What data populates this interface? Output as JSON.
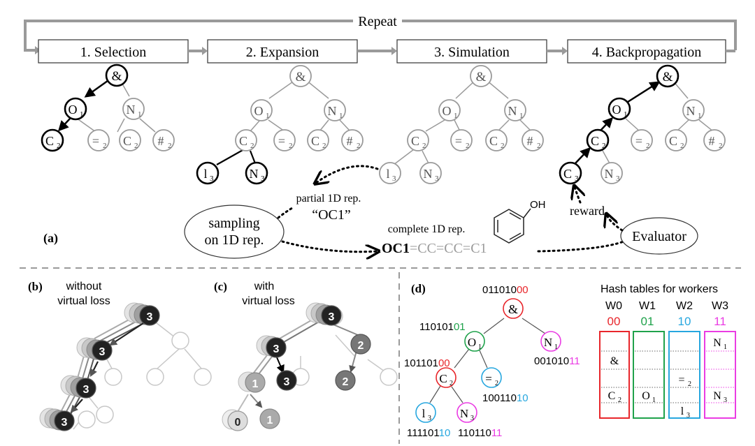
{
  "top": {
    "repeat_label": "Repeat",
    "steps": [
      "1. Selection",
      "2. Expansion",
      "3. Simulation",
      "4. Backpropagation"
    ]
  },
  "node_labels": {
    "and": "&",
    "o": "O",
    "n": "N",
    "c": "C",
    "eq": "=",
    "hash": "#",
    "l": "l",
    "sub1": "1",
    "sub2": "2",
    "sub3": "3"
  },
  "panel_a": {
    "label": "(a)",
    "partial_caption": "partial 1D rep.",
    "partial_value": "“OC1”",
    "sampling_line1": "sampling",
    "sampling_line2": "on 1D rep.",
    "complete_caption": "complete 1D rep.",
    "smiles_bold": "OC1",
    "smiles_rest": "=CC=CC=C1",
    "oh_label": "OH",
    "reward_label": "reward",
    "evaluator_label": "Evaluator"
  },
  "panel_b": {
    "label": "(b)",
    "title_line1": "without",
    "title_line2": "virtual loss",
    "visit_value": "3"
  },
  "panel_c": {
    "label": "(c)",
    "title_line1": "with",
    "title_line2": "virtual loss",
    "v3": "3",
    "v2": "2",
    "v1": "1",
    "v0": "0"
  },
  "panel_d": {
    "label": "(d)",
    "hashes": {
      "root_prefix": "011010",
      "root_suffix": "00",
      "o1_prefix": "110101",
      "o1_suffix": "01",
      "n1_prefix": "001010",
      "n1_suffix": "11",
      "c2_prefix": "101101",
      "c2_suffix": "00",
      "eq2_prefix": "100110",
      "eq2_suffix": "10",
      "l3_prefix": "111101",
      "l3_suffix": "10",
      "n3_prefix": "110110",
      "n3_suffix": "11"
    },
    "hash_title": "Hash tables for workers",
    "workers": [
      "W0",
      "W1",
      "W2",
      "W3"
    ],
    "worker_codes": [
      "00",
      "01",
      "10",
      "11"
    ]
  },
  "colors": {
    "red": "#e8262b",
    "green": "#1fa24b",
    "blue": "#27a7df",
    "magenta": "#ea3ce3",
    "gray": "#9a9a9a",
    "black": "#000000"
  }
}
